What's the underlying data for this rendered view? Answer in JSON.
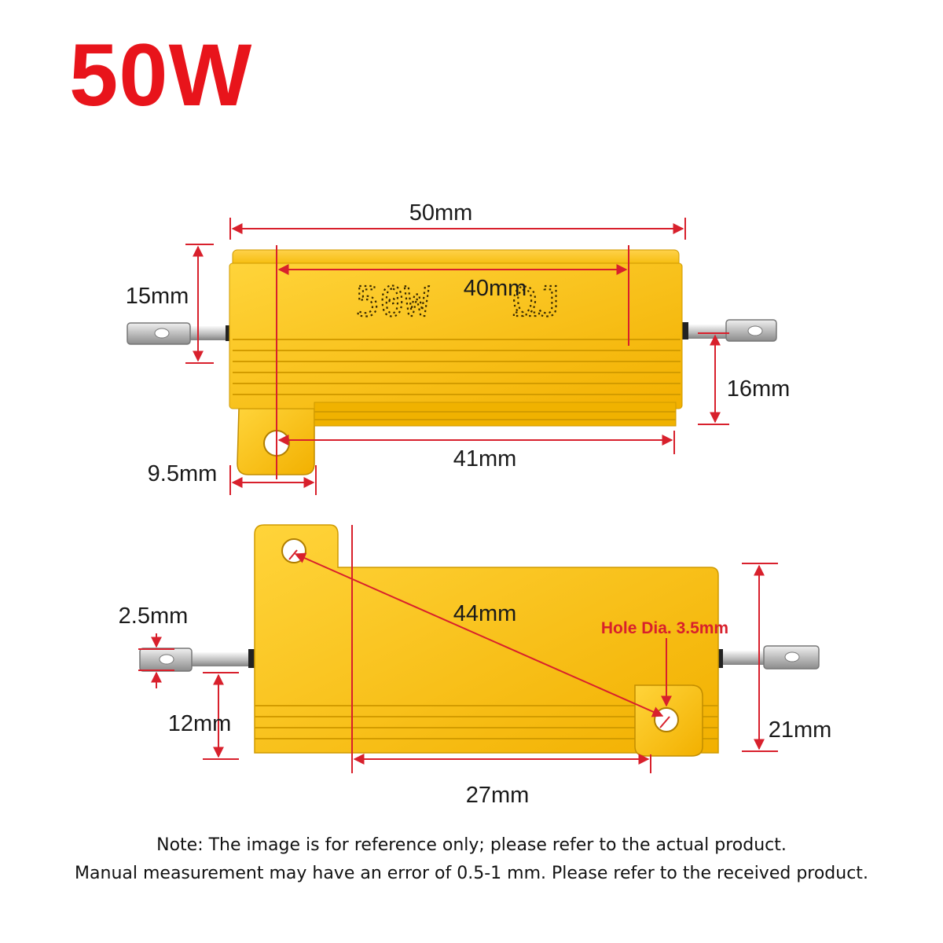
{
  "title": "50W",
  "resistor_marking": {
    "power": "50W",
    "tolerance": "ΩJ"
  },
  "dimensions": {
    "total_length": "50mm",
    "body_length": "40mm",
    "height": "15mm",
    "terminal_offset": "16mm",
    "mount_width": "9.5mm",
    "mount_span": "41mm",
    "terminal_thickness": "2.5mm",
    "terminal_height": "12mm",
    "hole_spacing": "44mm",
    "hole_diameter": "Hole Dia. 3.5mm",
    "body_width": "21mm",
    "fin_length": "27mm"
  },
  "notes": [
    "Note: The image is for reference only; please refer to the actual product.",
    "Manual measurement may have an error of 0.5-1 mm. Please refer to the received product."
  ],
  "colors": {
    "title": "#e8141b",
    "dimension_line": "#d8202c",
    "gold_body": "#f2b400",
    "terminal": "#c9c9c9"
  }
}
